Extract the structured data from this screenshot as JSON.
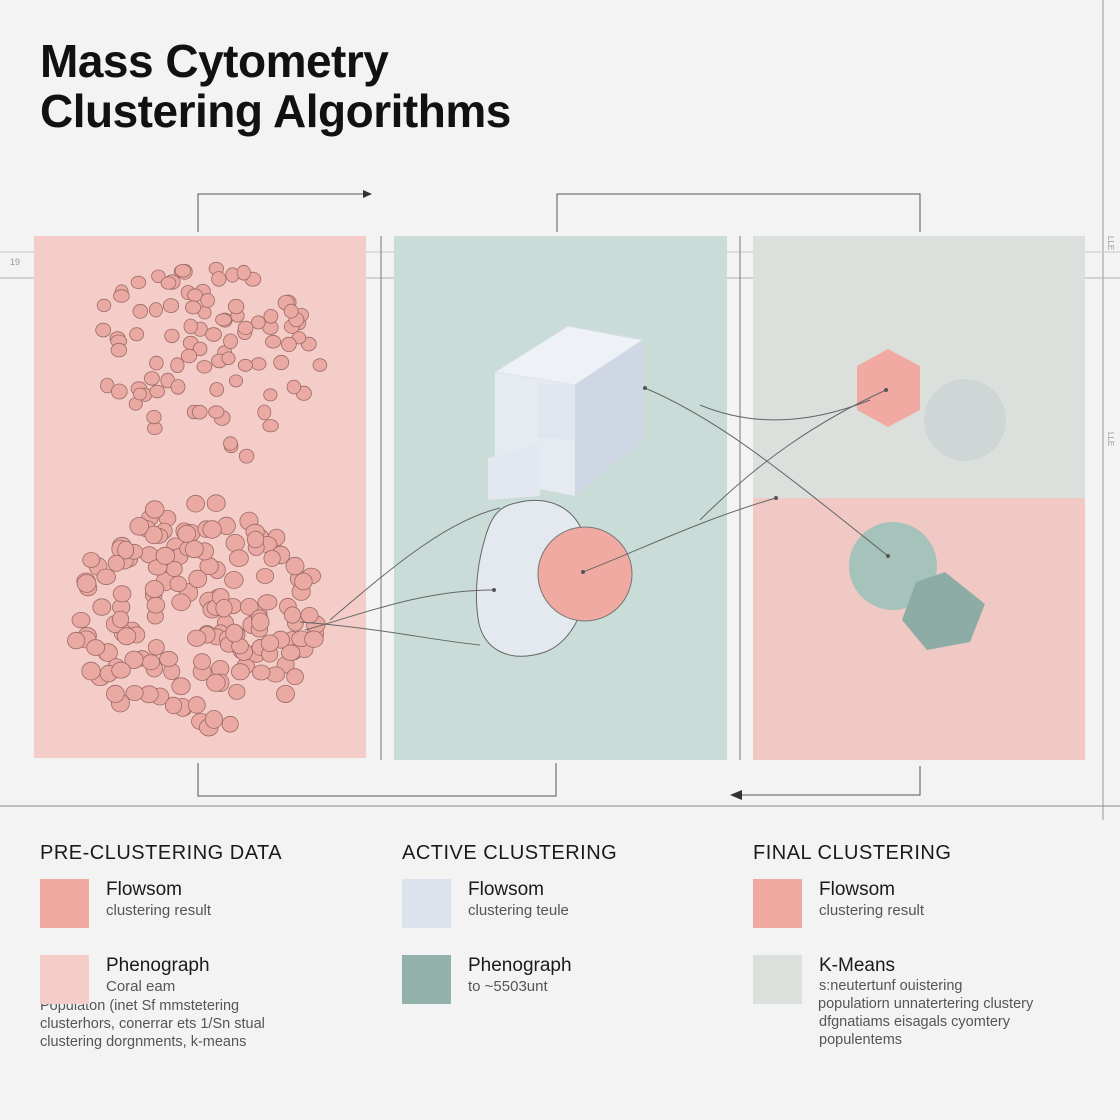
{
  "title": {
    "line1": "Mass Cytometry",
    "line2": "Clustering Algorithms"
  },
  "colors": {
    "background": "#f3f3f3",
    "panel_pink": "#f4cdc8",
    "panel_mint": "#c9dcd8",
    "panel_grey": "#dbe0dd",
    "accent_coral": "#f0aaa2",
    "light_blue": "#dde3ec",
    "sage": "#92b1aa",
    "line": "#555555"
  },
  "side_marks": {
    "left": "19",
    "right_top": "LLE",
    "right_mid": "LLE"
  },
  "columns": [
    {
      "heading": "PRE-CLUSTERING DATA",
      "items": [
        {
          "swatch": "#f0aaa2",
          "name": "Flowsom",
          "desc": "clustering result",
          "notes": []
        },
        {
          "swatch": "#f4cdc8",
          "name": "Phenograph",
          "desc": "Coral eam",
          "notes": [
            "Populaton (inet Sf mmstetering",
            "clusterhors, conerrar ets 1/Sn stual",
            "clustering dorgnments, k-means"
          ]
        }
      ]
    },
    {
      "heading": "ACTIVE CLUSTERING",
      "items": [
        {
          "swatch": "#dde3ec",
          "name": "Flowsom",
          "desc": "clustering teule",
          "notes": []
        },
        {
          "swatch": "#92b1aa",
          "name": "Phenograph",
          "desc": "to ~5503unt",
          "notes": []
        }
      ]
    },
    {
      "heading": "FINAL CLUSTERING",
      "items": [
        {
          "swatch": "#f0aaa2",
          "name": "Flowsom",
          "desc": "clustering result",
          "notes": []
        },
        {
          "swatch": "#dbe0dd",
          "name": "K-Means",
          "desc": "",
          "notes": [
            "s:neutertunf ouistering",
            "populatiorn unnatertering clustery",
            "dfgnatiams eisagals cyomtery",
            "populentems"
          ]
        }
      ]
    }
  ]
}
